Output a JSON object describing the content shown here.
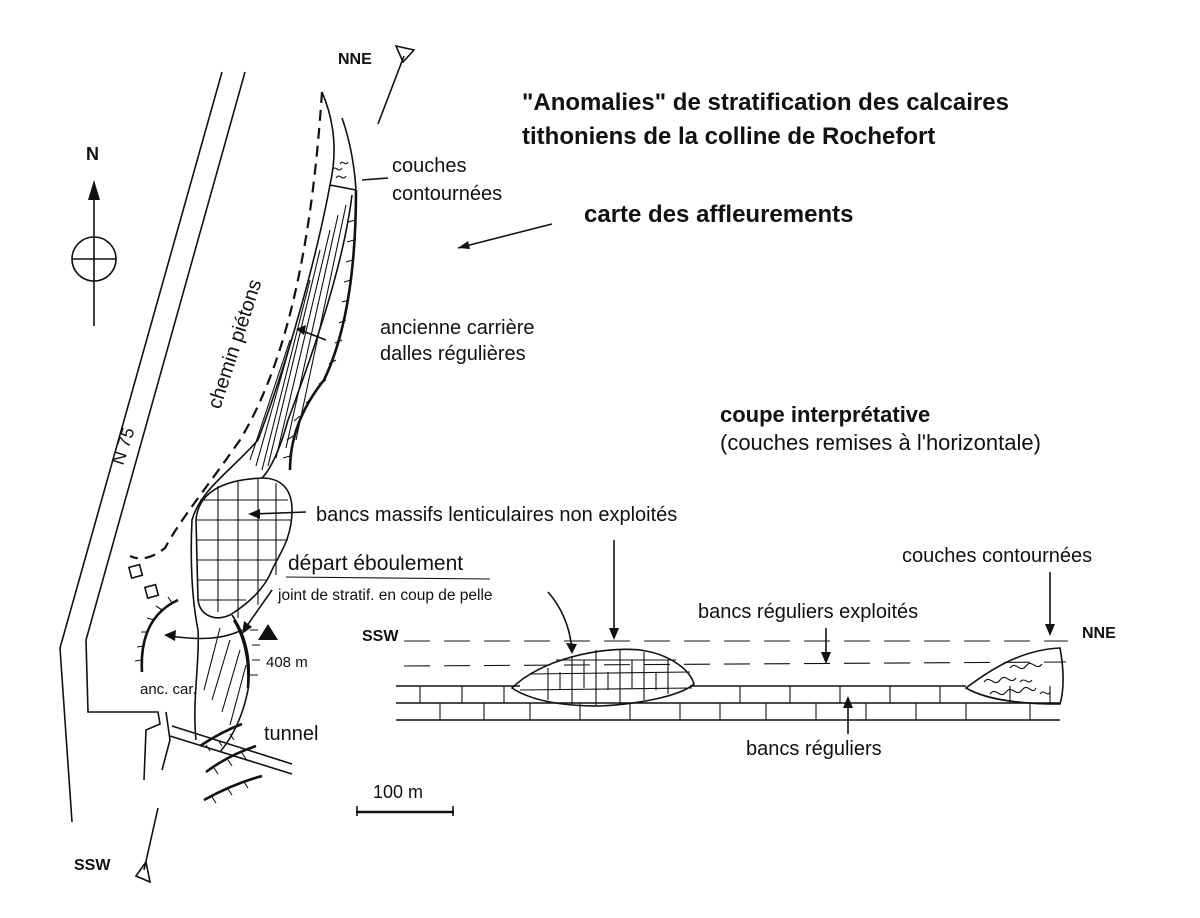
{
  "title": {
    "line1": "\"Anomalies\" de stratification des calcaires",
    "line2": "tithoniens de la colline de Rochefort"
  },
  "map": {
    "heading": "carte des affleurements",
    "north": "N",
    "nne": "NNE",
    "ssw": "SSW",
    "road": "N 75",
    "footpath": "chemin piétons",
    "folded_layers_1": "couches",
    "folded_layers_2": "contournées",
    "quarry_1": "ancienne carrière",
    "quarry_2": "dalles régulières",
    "massive_beds": "bancs massifs lenticulaires non exploités",
    "rockfall_start": "départ éboulement",
    "shovel_joint": "joint de stratif. en coup de pelle",
    "summit": "408 m",
    "old_quarry": "anc. car.",
    "tunnel": "tunnel",
    "scale": "100 m"
  },
  "section": {
    "heading": "coupe interprétative",
    "subheading": "(couches remises à l'horizontale)",
    "ssw": "SSW",
    "nne": "NNE",
    "folded_layers": "couches contournées",
    "exploited_beds": "bancs réguliers exploités",
    "regular_beds": "bancs réguliers"
  }
}
